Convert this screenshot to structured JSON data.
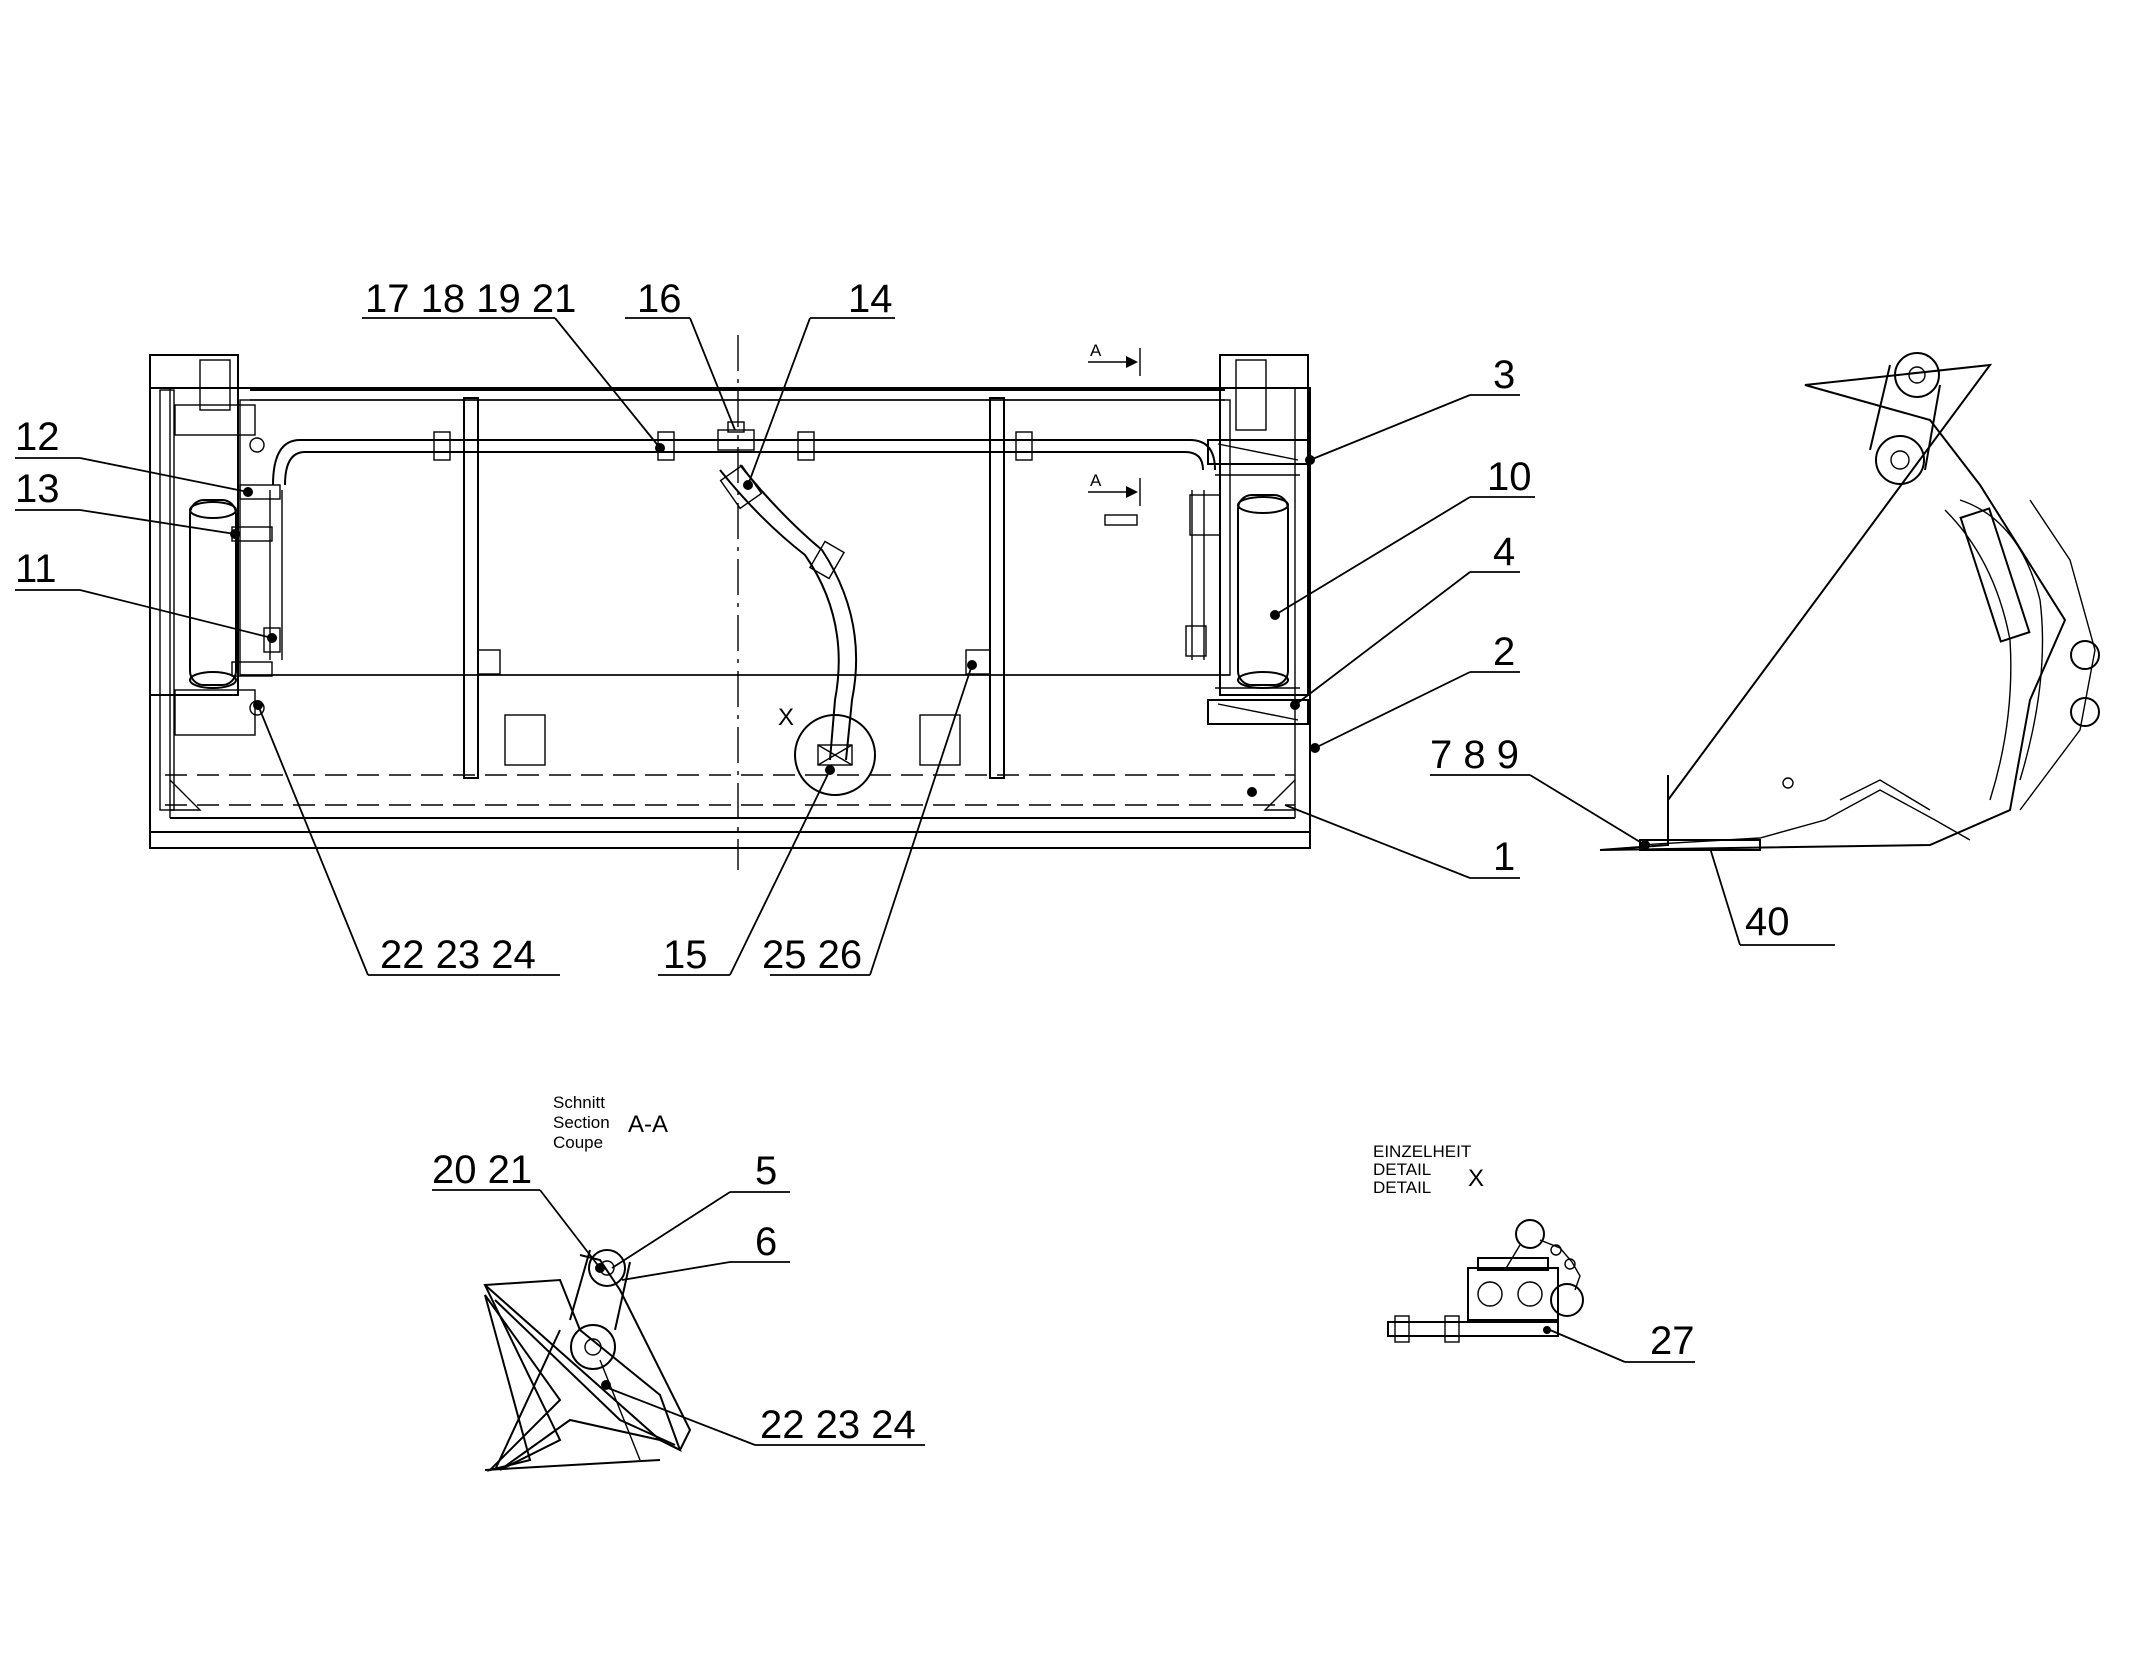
{
  "callouts": {
    "c17_18_19_21": "17 18 19 21",
    "c16": "16",
    "c14": "14",
    "c3": "3",
    "c10": "10",
    "c4": "4",
    "c2": "2",
    "c789": "7 8 9",
    "c1": "1",
    "c40": "40",
    "c12": "12",
    "c13": "13",
    "c11": "11",
    "c22_23_24_top": "22 23 24",
    "c15": "15",
    "c25_26": "25 26",
    "c20_21": "20 21",
    "c5": "5",
    "c6": "6",
    "c22_23_24_section": "22 23 24",
    "c27": "27"
  },
  "markers": {
    "section_arrow_a": "A",
    "detail_x": "X"
  },
  "section": {
    "title_de": "Schnitt",
    "title_en": "Section",
    "title_fr": "Coupe",
    "name": "A-A"
  },
  "detail": {
    "title_de": "EINZELHEIT",
    "title_en": "DETAIL",
    "title_fr": "DETAIL",
    "name": "X"
  }
}
